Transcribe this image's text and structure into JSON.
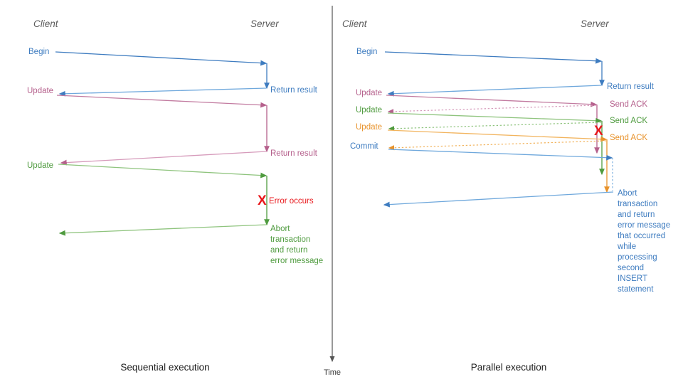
{
  "colors": {
    "blue": "#3e7cc0",
    "blue_light": "#6fa8dc",
    "pink": "#b5608c",
    "pink_light": "#d69bbb",
    "green": "#4f9b3f",
    "green_light": "#8fc47e",
    "orange": "#e8922a",
    "orange_light": "#f2b45e",
    "red": "#e8161a",
    "axis": "#555555",
    "header": "#5c5c5c",
    "caption": "#1c1c1c"
  },
  "time_axis": {
    "label": "Time"
  },
  "panels": [
    {
      "id": "sequential",
      "caption": "Sequential execution",
      "actors": {
        "client": "Client",
        "server": "Server"
      },
      "messages": [
        {
          "name": "begin",
          "label": "Begin",
          "color": "blue",
          "dir": "to-server",
          "style": "solid"
        },
        {
          "name": "return-result-1",
          "label": "Return result",
          "color": "blue",
          "dir": "to-client",
          "style": "solid"
        },
        {
          "name": "update-1",
          "label": "Update",
          "color": "pink",
          "dir": "to-server",
          "style": "solid"
        },
        {
          "name": "return-result-2",
          "label": "Return result",
          "color": "pink",
          "dir": "to-client",
          "style": "solid"
        },
        {
          "name": "update-2",
          "label": "Update",
          "color": "green",
          "dir": "to-server",
          "style": "solid"
        },
        {
          "name": "abort-return",
          "label": "Abort transaction and return error message",
          "color": "green",
          "dir": "to-client",
          "style": "solid"
        }
      ],
      "annotations": [
        {
          "name": "error-marker",
          "glyph": "X",
          "label": "Error occurs",
          "color": "red"
        }
      ],
      "note_lines": [
        "Abort",
        "transaction",
        "and return",
        "error message"
      ]
    },
    {
      "id": "parallel",
      "caption": "Parallel execution",
      "actors": {
        "client": "Client",
        "server": "Server"
      },
      "messages": [
        {
          "name": "begin",
          "label": "Begin",
          "color": "blue",
          "dir": "to-server",
          "style": "solid"
        },
        {
          "name": "return-result",
          "label": "Return result",
          "color": "blue",
          "dir": "to-client",
          "style": "solid"
        },
        {
          "name": "update-1",
          "label": "Update",
          "color": "pink",
          "dir": "to-server",
          "style": "solid"
        },
        {
          "name": "send-ack-1",
          "label": "Send ACK",
          "color": "pink",
          "dir": "to-client",
          "style": "dotted"
        },
        {
          "name": "update-2",
          "label": "Update",
          "color": "green",
          "dir": "to-server",
          "style": "solid"
        },
        {
          "name": "send-ack-2",
          "label": "Send ACK",
          "color": "green",
          "dir": "to-client",
          "style": "dotted"
        },
        {
          "name": "update-3",
          "label": "Update",
          "color": "orange",
          "dir": "to-server",
          "style": "solid"
        },
        {
          "name": "send-ack-3",
          "label": "Send ACK",
          "color": "orange",
          "dir": "to-client",
          "style": "dotted"
        },
        {
          "name": "commit",
          "label": "Commit",
          "color": "blue",
          "dir": "to-server",
          "style": "solid"
        },
        {
          "name": "abort-return",
          "label": "Abort transaction and return error message that occurred while processing second INSERT statement",
          "color": "blue",
          "dir": "to-client",
          "style": "solid"
        }
      ],
      "annotations": [
        {
          "name": "error-marker",
          "glyph": "X",
          "label": "",
          "color": "red"
        }
      ],
      "note_lines": [
        "Abort",
        "transaction",
        "and return",
        "error message",
        "that occurred",
        "while",
        "processing",
        "second",
        "INSERT",
        "statement"
      ]
    }
  ]
}
